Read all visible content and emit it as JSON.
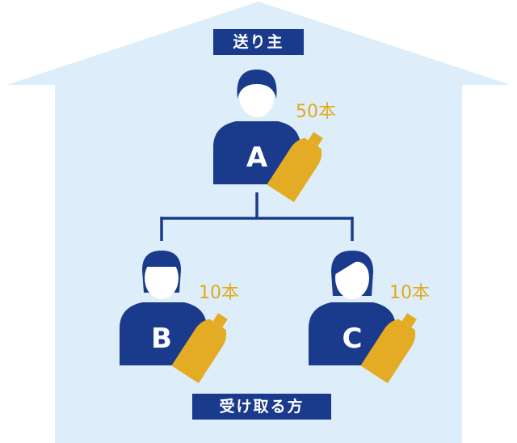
{
  "colors": {
    "house": "#ddeefa",
    "navy": "#1a3a8c",
    "bottle": "#e3ac24",
    "skin": "#ffffff"
  },
  "sender_label": "送り主",
  "receiver_label": "受け取る方",
  "people": {
    "a": {
      "letter": "A",
      "quantity": "50本",
      "hair": "short"
    },
    "b": {
      "letter": "B",
      "quantity": "10本",
      "hair": "long-bangs"
    },
    "c": {
      "letter": "C",
      "quantity": "10本",
      "hair": "long-parted"
    }
  }
}
